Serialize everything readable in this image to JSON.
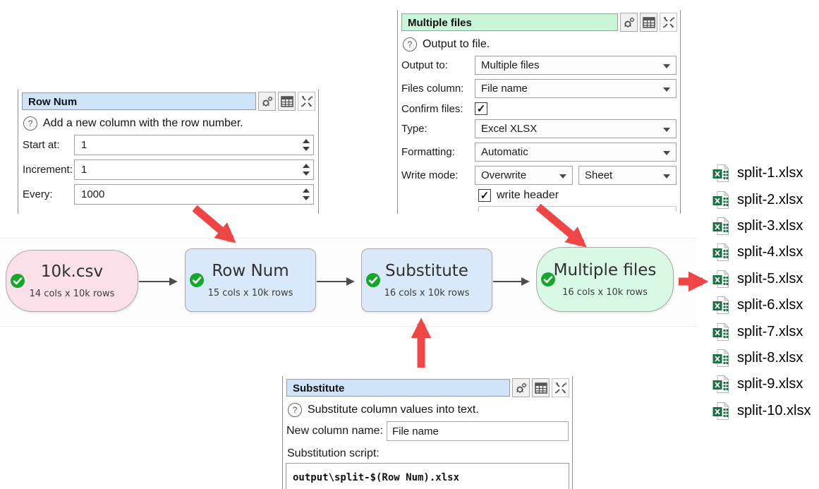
{
  "panels": {
    "row_num": {
      "title": "Row Num",
      "help_text": "Add a new column with the row number.",
      "fields": [
        {
          "label": "Start at:",
          "value": "1"
        },
        {
          "label": "Increment:",
          "value": "1"
        },
        {
          "label": "Every:",
          "value": "1000"
        }
      ]
    },
    "multiple_files": {
      "title": "Multiple files",
      "help_text": "Output to file.",
      "rows": {
        "output_to": {
          "label": "Output to:",
          "value": "Multiple files"
        },
        "files_column": {
          "label": "Files column:",
          "value": "File name"
        },
        "confirm_files": {
          "label": "Confirm files:",
          "checked": true
        },
        "type": {
          "label": "Type:",
          "value": "Excel XLSX"
        },
        "formatting": {
          "label": "Formatting:",
          "value": "Automatic"
        },
        "write_mode": {
          "label": "Write mode:",
          "value": "Overwrite",
          "value2": "Sheet"
        },
        "write_header": {
          "label": "write header",
          "checked": true
        }
      }
    },
    "substitute": {
      "title": "Substitute",
      "help_text": "Substitute column values into text.",
      "new_column_label": "New column name:",
      "new_column_value": "File name",
      "script_label": "Substitution script:",
      "script_value": "output\\split-$(Row Num).xlsx"
    }
  },
  "flow": {
    "nodes": [
      {
        "title": "10k.csv",
        "subtitle": "14 cols x 10k rows",
        "type": "input"
      },
      {
        "title": "Row Num",
        "subtitle": "15 cols x 10k rows",
        "type": "transform"
      },
      {
        "title": "Substitute",
        "subtitle": "16 cols x 10k rows",
        "type": "transform"
      },
      {
        "title": "Multiple files",
        "subtitle": "16 cols x 10k rows",
        "type": "output"
      }
    ]
  },
  "output_files": [
    "split-1.xlsx",
    "split-2.xlsx",
    "split-3.xlsx",
    "split-4.xlsx",
    "split-5.xlsx",
    "split-6.xlsx",
    "split-7.xlsx",
    "split-8.xlsx",
    "split-9.xlsx",
    "split-10.xlsx"
  ],
  "icons": {
    "help": "?",
    "check": "✓"
  },
  "colors": {
    "panel_title_blue": "#cfe4f8",
    "panel_title_green": "#c9f5d9",
    "node_pink": "#fbdfe9",
    "node_blue": "#d9e9fb",
    "node_green": "#d9f9e5",
    "status_green": "#16a62c",
    "arrow_red": "#f04545",
    "connector_gray": "#4d4d4d",
    "excel_green": "#1d7044"
  }
}
